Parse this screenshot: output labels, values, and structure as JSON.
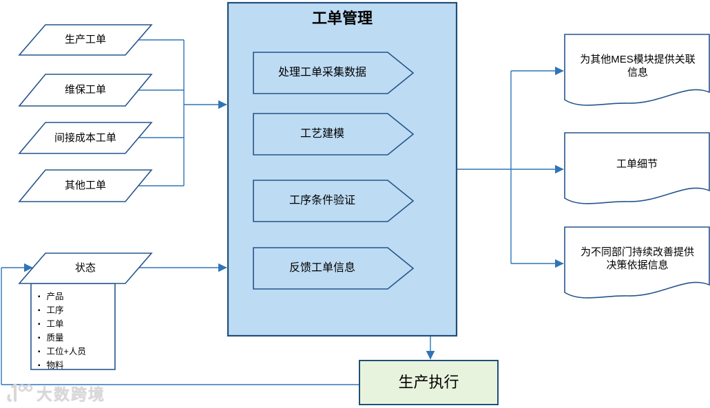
{
  "colors": {
    "panel_fill": "#BDDBF3",
    "panel_border": "#1F4E79",
    "shape_border": "#24548C",
    "connector_line": "#2E75B6",
    "green_fill": "#E8F3DE",
    "green_border": "#1F4E79",
    "text": "#000000",
    "watermark": "#D8D8D8"
  },
  "panel": {
    "title": "工单管理"
  },
  "inputs": [
    "生产工单",
    "维保工单",
    "间接成本工单",
    "其他工单"
  ],
  "processes": [
    "处理工单采集数据",
    "工艺建模",
    "工序条件验证",
    "反馈工单信息"
  ],
  "outputs": [
    "为其他MES模块提供关联信息",
    "工单细节",
    "为不同部门持续改善提供决策依据信息"
  ],
  "status": {
    "label": "状态",
    "items": [
      "产品",
      "工序",
      "工单",
      "质量",
      "工位+人员",
      "物料"
    ]
  },
  "execution": {
    "label": "生产执行"
  },
  "watermark": {
    "text": "大数跨境"
  }
}
